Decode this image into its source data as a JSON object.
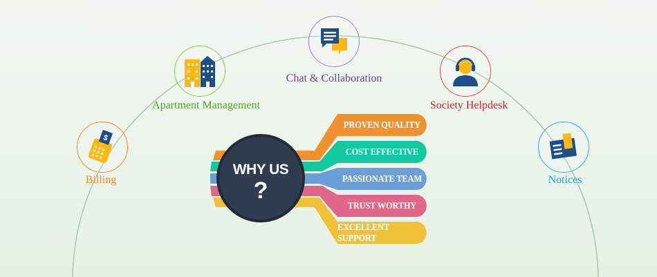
{
  "features": [
    {
      "label": "Billing",
      "icon": "calculator-bill-icon",
      "color": "#f7871f"
    },
    {
      "label": "Apartment Management",
      "icon": "buildings-icon",
      "color": "#5aa02c"
    },
    {
      "label": "Chat & Collaboration",
      "icon": "chat-bubbles-icon",
      "color": "#6a3d9a"
    },
    {
      "label": "Society Helpdesk",
      "icon": "headset-agent-icon",
      "color": "#c1272d"
    },
    {
      "label": "Notices",
      "icon": "notice-board-icon",
      "color": "#1ba3c6"
    }
  ],
  "why": {
    "title": "WHY US",
    "mark": "?"
  },
  "reasons": [
    {
      "label": "PROVEN QUALITY",
      "color": "#f0922f"
    },
    {
      "label": "COST EFFECTIVE",
      "color": "#12c9a0"
    },
    {
      "label": "PASSIONATE TEAM",
      "color": "#6a9fd8"
    },
    {
      "label": "TRUST WORTHY",
      "color": "#e0678a"
    },
    {
      "label": "EXCELLENT SUPPORT",
      "color": "#f2c13a"
    }
  ]
}
